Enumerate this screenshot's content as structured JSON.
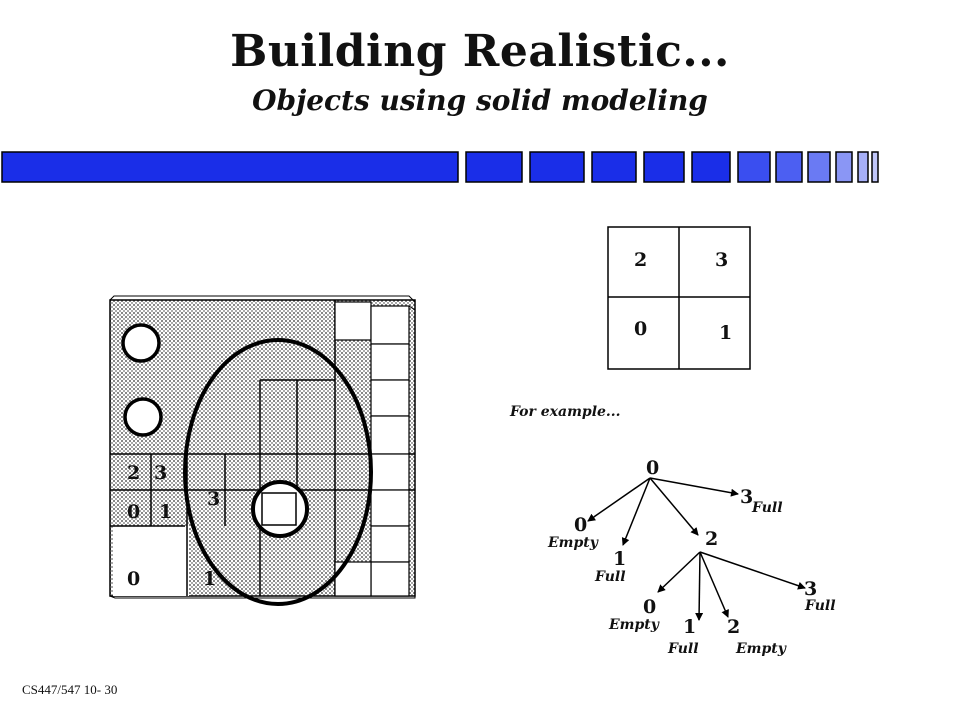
{
  "slide": {
    "title": "Building Realistic...",
    "subtitle": "Objects using solid modeling",
    "footer": "CS447/547 10- 30"
  },
  "colors": {
    "bar_blue": "#1a2ee8",
    "bar_light": "#8a96f5",
    "texture": "#c8c8c8"
  },
  "quadtree_figure": {
    "labels": {
      "q2": "2",
      "q3_small": "3",
      "q3_big": "3",
      "q0": "0",
      "q1": "1",
      "q0_bottom": "0",
      "q1_bottom": "1"
    }
  },
  "quadrant_key": {
    "top_left": "2",
    "top_right": "3",
    "bottom_left": "0",
    "bottom_right": "1"
  },
  "example": {
    "caption": "For example...",
    "tree": {
      "root": "0",
      "n0": "0",
      "n0_state": "Empty",
      "n1": "1",
      "n1_state": "Full",
      "n2": "2",
      "n3": "3",
      "n3_state": "Full",
      "c0": "0",
      "c0_state": "Empty",
      "c1": "1",
      "c1_state": "Full",
      "c2": "2",
      "c2_state": "Empty",
      "c3": "3",
      "c3_state": "Full"
    }
  }
}
